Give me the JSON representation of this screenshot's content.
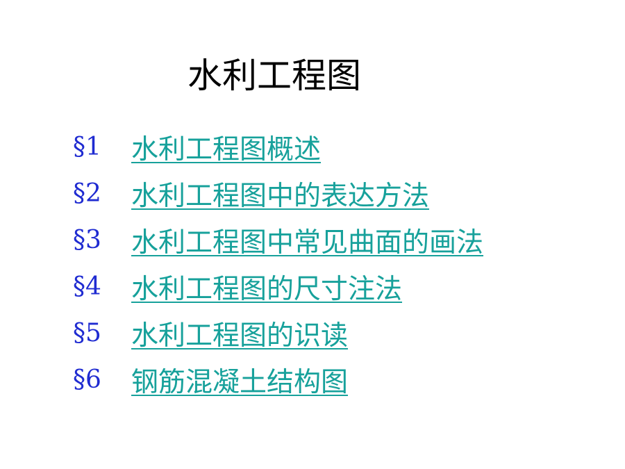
{
  "slide": {
    "title": "水利工程图",
    "toc": [
      {
        "number": "§1",
        "label": "水利工程图概述"
      },
      {
        "number": "§2",
        "label": "水利工程图中的表达方法"
      },
      {
        "number": "§3",
        "label": "水利工程图中常见曲面的画法"
      },
      {
        "number": "§4",
        "label": "水利工程图的尺寸注法"
      },
      {
        "number": "§5",
        "label": "水利工程图的识读"
      },
      {
        "number": "§6",
        "label": "钢筋混凝土结构图"
      }
    ]
  },
  "colors": {
    "title": "#000000",
    "section_number": "#1f2bd1",
    "link": "#17a19b",
    "background": "#ffffff"
  }
}
